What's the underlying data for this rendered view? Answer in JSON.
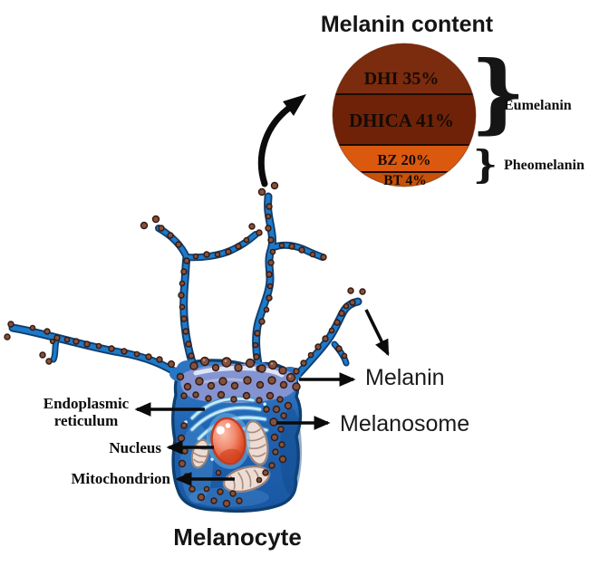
{
  "chart_data": {
    "type": "pie",
    "title": "Melanin content",
    "segments": [
      {
        "label": "DHI",
        "value_pct": 35,
        "group": "Eumelanin",
        "color": "#7b2b0e"
      },
      {
        "label": "DHICA",
        "value_pct": 41,
        "group": "Eumelanin",
        "color": "#6f2208"
      },
      {
        "label": "BZ",
        "value_pct": 20,
        "group": "Pheomelanin",
        "color": "#da590f"
      },
      {
        "label": "BT",
        "value_pct": 4,
        "group": "Pheomelanin",
        "color": "#c65108"
      }
    ],
    "groups": [
      "Eumelanin",
      "Pheomelanin"
    ],
    "legend_position": "right-braces"
  },
  "pie": {
    "title": "Melanin content",
    "bands": [
      {
        "label": "DHI 35%"
      },
      {
        "label": "DHICA 41%"
      },
      {
        "label": "BZ 20%"
      },
      {
        "label": "BT 4%"
      }
    ],
    "groups": [
      {
        "label": "Eumelanin"
      },
      {
        "label": "Pheomelanin"
      }
    ],
    "brace_glyph": "}"
  },
  "cell": {
    "caption": "Melanocyte",
    "labels": {
      "er_line1": "Endoplasmic",
      "er_line2": "reticulum",
      "nucleus": "Nucleus",
      "mitochondrion": "Mitochondrion",
      "melanin": "Melanin",
      "melanosome": "Melanosome"
    }
  },
  "colors": {
    "cell_blue": "#1e7ac9",
    "cell_outline": "#0e3f70",
    "melanosome_brown": "#84513f",
    "nucleus_red": "#e2552f",
    "er_light_blue": "#c3eafa",
    "arrow_black": "#0b0b0b"
  }
}
